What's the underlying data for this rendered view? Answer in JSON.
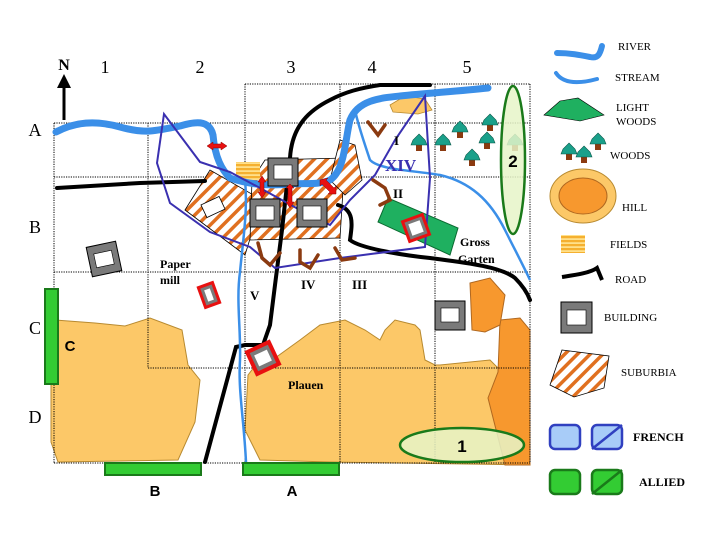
{
  "map": {
    "compass_label": "N",
    "columns": [
      "1",
      "2",
      "3",
      "4",
      "5"
    ],
    "rows": [
      "A",
      "B",
      "C",
      "D"
    ],
    "place_labels": {
      "paper_mill_line1": "Paper",
      "paper_mill_line2": "mill",
      "plauen": "Plauen",
      "gross_garten_line1": "Gross",
      "gross_garten_line2": "Garten"
    },
    "corps_label": "XIV",
    "position_labels": [
      "I",
      "II",
      "III",
      "IV",
      "V"
    ],
    "deployment_zones": {
      "zone_1": "1",
      "zone_2": "2",
      "zone_a": "A",
      "zone_b": "B",
      "zone_c": "C"
    }
  },
  "legend": {
    "items": [
      {
        "key": "river",
        "label": "RIVER"
      },
      {
        "key": "stream",
        "label": "STREAM"
      },
      {
        "key": "light_woods",
        "label_line1": "LIGHT",
        "label_line2": "WOODS"
      },
      {
        "key": "woods",
        "label": "WOODS"
      },
      {
        "key": "hill",
        "label": "HILL"
      },
      {
        "key": "fields",
        "label": "FIELDS"
      },
      {
        "key": "road",
        "label": "ROAD"
      },
      {
        "key": "building",
        "label": "BUILDING"
      },
      {
        "key": "suburbia",
        "label": "SUBURBIA"
      },
      {
        "key": "french",
        "label": "FRENCH"
      },
      {
        "key": "allied",
        "label": "ALLIED"
      }
    ]
  },
  "colors": {
    "river": "#3b8fe8",
    "road": "#000000",
    "light_woods": "#1fb060",
    "tree_crown": "#1aa08a",
    "tree_trunk": "#8b3a10",
    "hill_outer": "#fcc868",
    "hill_inner": "#f7982e",
    "fields": "#f5b030",
    "building": "#7a7a7a",
    "building_highlight": "#e81010",
    "suburbia_stripe": "#e07020",
    "french_fill": "#a8ccf8",
    "french_border": "#3040c0",
    "allied_fill": "#33cc33",
    "allied_border": "#1a7a1a",
    "corps_outline": "#3a30b0",
    "entrench": "#8b3a10",
    "arrow": "#e81010"
  }
}
